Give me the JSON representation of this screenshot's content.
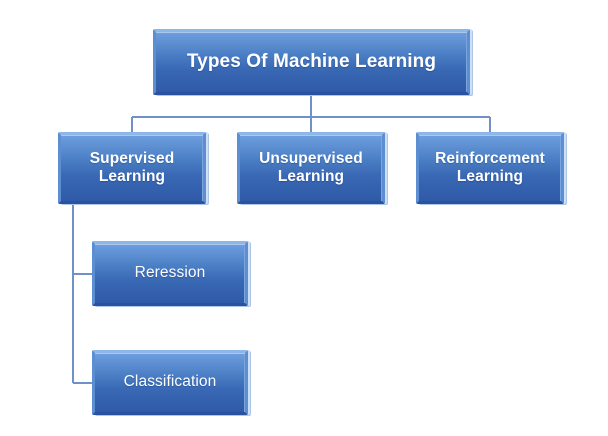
{
  "diagram": {
    "type": "organizational-tree",
    "title": "Types Of Machine Learning",
    "background_color": "#ffffff",
    "node_fill_top_color": "#6e9ede",
    "node_fill_bottom_color": "#2f5aa8",
    "node_text_color": "#ffffff",
    "connector_color": "#6f90c8",
    "nodes": {
      "root": {
        "label": "Types Of Machine Learning"
      },
      "level2": [
        {
          "label": "Supervised\nLearning",
          "line1": "Supervised",
          "line2": "Learning"
        },
        {
          "label": "Unsupervised\nLearning",
          "line1": "Unsupervised",
          "line2": "Learning"
        },
        {
          "label": "Reinforcement\nLearning",
          "line1": "Reinforcement",
          "line2": "Learning"
        }
      ],
      "level3": [
        {
          "label": "Reression"
        },
        {
          "label": "Classification"
        }
      ]
    },
    "edges": [
      {
        "from": "Types Of Machine Learning",
        "to": "Supervised Learning"
      },
      {
        "from": "Types Of Machine Learning",
        "to": "Unsupervised Learning"
      },
      {
        "from": "Types Of Machine Learning",
        "to": "Reinforcement Learning"
      },
      {
        "from": "Supervised Learning",
        "to": "Reression"
      },
      {
        "from": "Supervised Learning",
        "to": "Classification"
      }
    ]
  }
}
